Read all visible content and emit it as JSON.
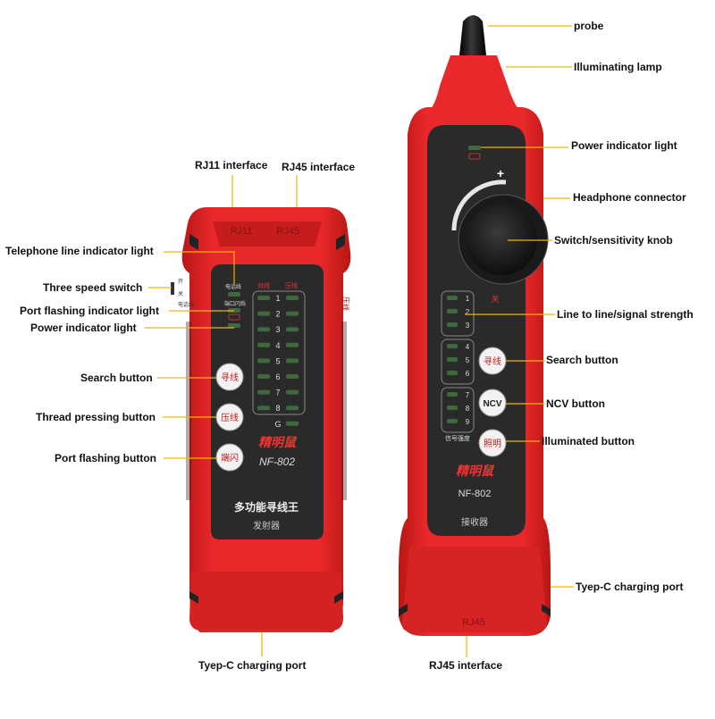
{
  "transmitter": {
    "top_ports": [
      "RJ11",
      "RJ45"
    ],
    "panel_labels": [
      "电话线",
      "端口闪烁"
    ],
    "column_headers": [
      "对线",
      "压线"
    ],
    "indicator_numbers": [
      "1",
      "2",
      "3",
      "4",
      "5",
      "6",
      "7",
      "8",
      "G"
    ],
    "switch_labels": [
      "开",
      "关",
      "电话线"
    ],
    "side_label": "压线",
    "buttons": [
      "寻线",
      "压线",
      "端闪"
    ],
    "brand": "精明鼠",
    "model": "NF-802",
    "product_name": "多功能寻线王",
    "role": "发射器"
  },
  "receiver": {
    "knob_plus": "+",
    "knob_off": "关",
    "indicator_numbers": [
      "1",
      "2",
      "3",
      "4",
      "5",
      "6",
      "7",
      "8",
      "9"
    ],
    "signal_label": "信号强度",
    "buttons": [
      "寻线",
      "NCV",
      "照明"
    ],
    "brand": "精明鼠",
    "model": "NF-802",
    "role": "接收器",
    "bottom_port": "RJ45"
  },
  "callouts": {
    "rj11_interface": "RJ11 interface",
    "rj45_interface_top": "RJ45 interface",
    "telephone_line_indicator": "Telephone line indicator light",
    "three_speed_switch": "Three speed switch",
    "port_flashing_indicator": "Port flashing indicator light",
    "power_indicator_left": "Power indicator light",
    "search_button_left": "Search button",
    "thread_pressing_button": "Thread pressing button",
    "port_flashing_button": "Port flashing button",
    "typec_left": "Tyep-C charging port",
    "probe": "probe",
    "illuminating_lamp": "Illuminating lamp",
    "power_indicator_right": "Power indicator light",
    "headphone_connector": "Headphone connector",
    "knob": "Switch/sensitivity knob",
    "line_to_line": "Line to line/signal strength",
    "search_button_right": "Search button",
    "ncv_button": "NCV button",
    "illuminated_button": "Illuminated button",
    "typec_right": "Tyep-C charging port",
    "rj45_interface_bottom": "RJ45 interface"
  },
  "colors": {
    "body_red": "#e8282a",
    "dark_red": "#b51818",
    "panel": "#2a2a2a",
    "leader": "#f0b400",
    "indicator_off": "#3e6a3e"
  }
}
